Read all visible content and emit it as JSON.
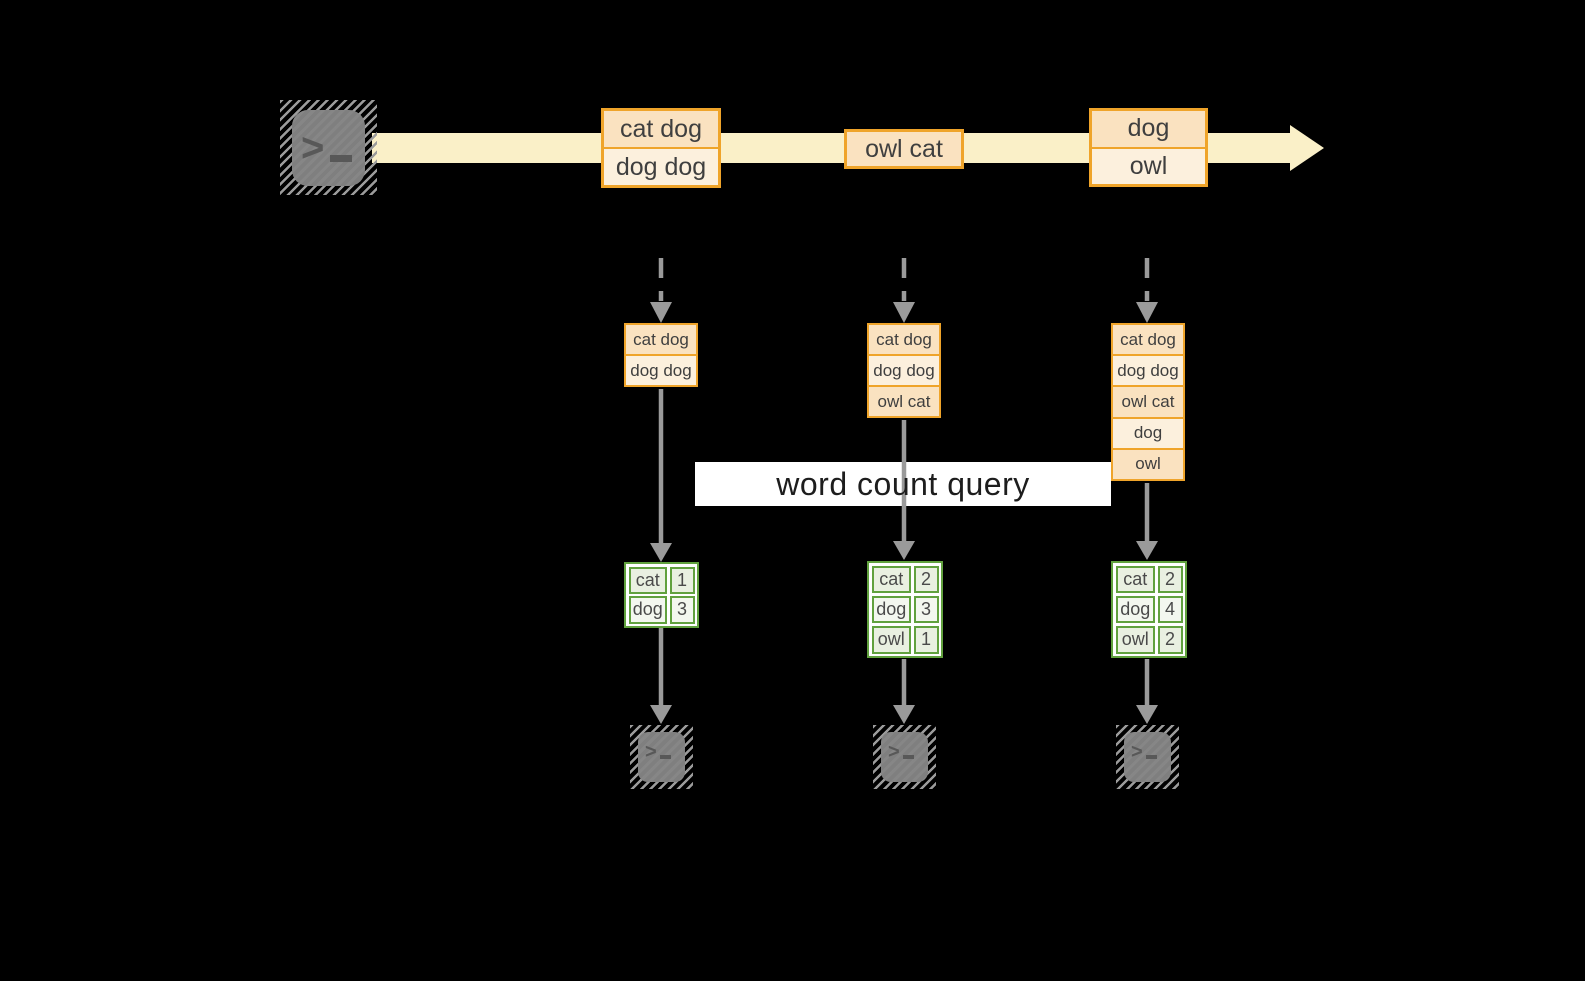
{
  "title": "word count query",
  "stream": {
    "events": [
      {
        "lines": [
          "cat dog",
          "dog dog"
        ]
      },
      {
        "lines": [
          "owl cat"
        ]
      },
      {
        "lines": [
          "dog",
          "owl"
        ]
      }
    ]
  },
  "states": [
    {
      "rows": [
        "cat dog",
        "dog dog"
      ]
    },
    {
      "rows": [
        "cat dog",
        "dog dog",
        "owl cat"
      ]
    },
    {
      "rows": [
        "cat dog",
        "dog dog",
        "owl cat",
        "dog",
        "owl"
      ]
    }
  ],
  "counts": [
    {
      "rows": [
        {
          "word": "cat",
          "count": "1"
        },
        {
          "word": "dog",
          "count": "3"
        }
      ]
    },
    {
      "rows": [
        {
          "word": "cat",
          "count": "2"
        },
        {
          "word": "dog",
          "count": "3"
        },
        {
          "word": "owl",
          "count": "1"
        }
      ]
    },
    {
      "rows": [
        {
          "word": "cat",
          "count": "2"
        },
        {
          "word": "dog",
          "count": "4"
        },
        {
          "word": "owl",
          "count": "2"
        }
      ]
    }
  ],
  "icons": {
    "producer": "terminal-icon",
    "consumers": "terminal-icon",
    "prompt_glyph": ">"
  },
  "colors": {
    "background": "#000000",
    "stream_band": "#FAF0C8",
    "event_border": "#EFA42A",
    "event_fill_dark": "#FAE2C0",
    "event_fill_light": "#FCF0DD",
    "table_border": "#61A13E",
    "table_fill_dark": "#E9F0E1",
    "table_fill_light": "#F3F7EF",
    "arrow_gray": "#9A9A9A",
    "terminal_gray": "#7F7F7F",
    "text_dark": "#3F3F3F"
  }
}
